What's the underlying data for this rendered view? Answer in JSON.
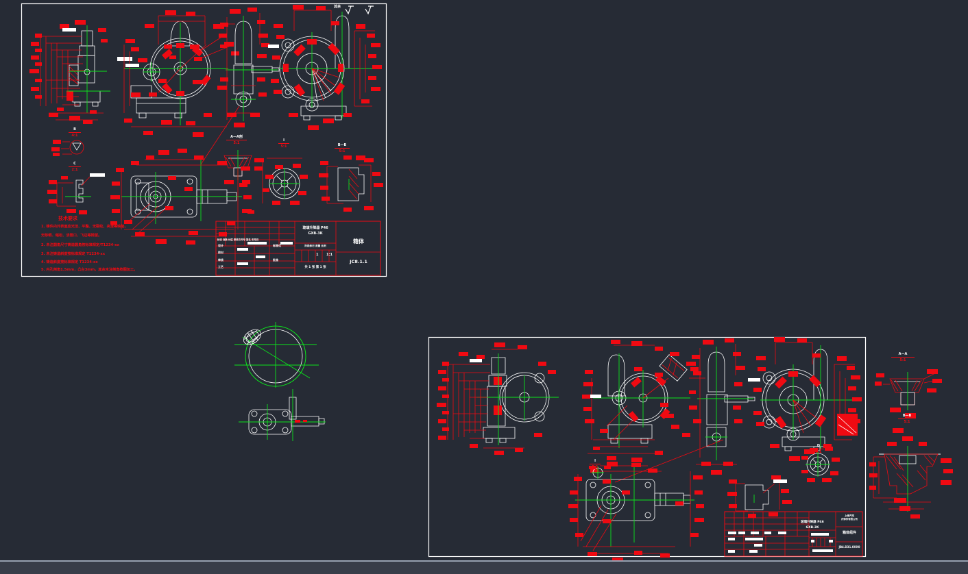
{
  "app": {
    "background": "#262b35",
    "statusbar_bg": "#383d49",
    "statusbar_border": "#97a1b1"
  },
  "colors": {
    "dimension_red": "#f00a12",
    "geometry_white": "#ffffff",
    "centerline_green": "#0ce41c"
  },
  "sheet1": {
    "roughness_prefix": "其余",
    "tech": {
      "title": "技术要求",
      "items": [
        "1. 铸件内外表面应光洁、平整、无裂纹、夹渣等缺陷，",
        "    无砂眼、缩松、浇冒口、飞边等残留。",
        "2. 未注圆角尺寸铸造圆角按标准规定/T1234-xx",
        "3. 未注铸造斜度按标准规定 T1234-xx",
        "4. 铸造斜度按标准规定 T1234-xx",
        "5. 内孔倒角1.5mm，凸台3mm，其余未注倒角按图加工。"
      ]
    },
    "details": [
      {
        "name": "B",
        "scale": "4:1"
      },
      {
        "name": "C",
        "scale": "2:1"
      },
      {
        "name": "A—A剖",
        "scale": "5:1"
      },
      {
        "name": "I",
        "scale": "5:1"
      },
      {
        "name": "B—B",
        "scale": "5:1"
      }
    ],
    "title_block": {
      "product_line1": "玻璃升降器 P46",
      "product_line2": "GXB-3K",
      "part_name": "箱体",
      "drawing_no": "JC8.1.1",
      "header_labels": "标记 处数 分区 更改文件号 签名 年月日",
      "row_label_1": "设计",
      "row_label_2": "校对",
      "row_label_3": "审核",
      "row_label_4": "工艺",
      "mid_label_1": "标准化",
      "mid_label_2": "批准",
      "stage_labels": "阶段标记  质量  比例",
      "weight_value": "1",
      "scale_value": "1:1",
      "sheet_info": "共 1 张  第 1 张"
    }
  },
  "sheet2": {
    "details": [
      {
        "name": "I",
        "scale": "5:1"
      },
      {
        "name": "D",
        "scale": "5:1"
      }
    ],
    "title_block": {
      "product_line1": "玻璃升降器 P46",
      "product_line2": "GXB-3K",
      "company_line1": "上海汽车",
      "company_line2": "内饰件有限公司",
      "part_name": "箱体组件",
      "drawing_no": "JB4.D31.0XX0"
    }
  },
  "floating_details": [
    {
      "name": "A—A",
      "scale": "5:1"
    },
    {
      "name": "B—B",
      "scale": "5:1"
    }
  ]
}
